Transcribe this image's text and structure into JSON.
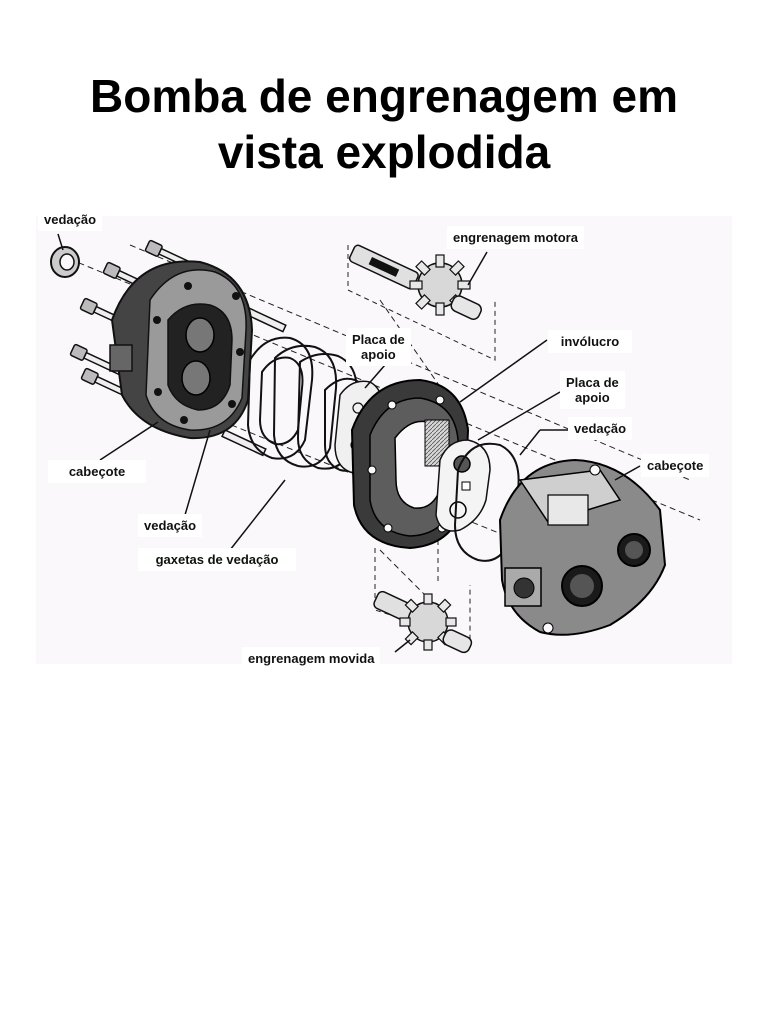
{
  "title": {
    "line1": "Bomba de engrenagem em",
    "line2": "vista explodida"
  },
  "labels": {
    "vedacao_top_left": "vedação",
    "engrenagem_motora": "engrenagem motora",
    "placa_de_apoio_left": "Placa de\napoio",
    "involucro": "invólucro",
    "placa_de_apoio_right": "Placa de\napoio",
    "vedacao_right": "vedação",
    "cabecote_right": "cabeçote",
    "cabecote_left": "cabeçote",
    "vedacao_bottom_left": "vedação",
    "gaxetas_de_vedacao": "gaxetas de vedação",
    "engrenagem_movida": "engrenagem movida"
  }
}
